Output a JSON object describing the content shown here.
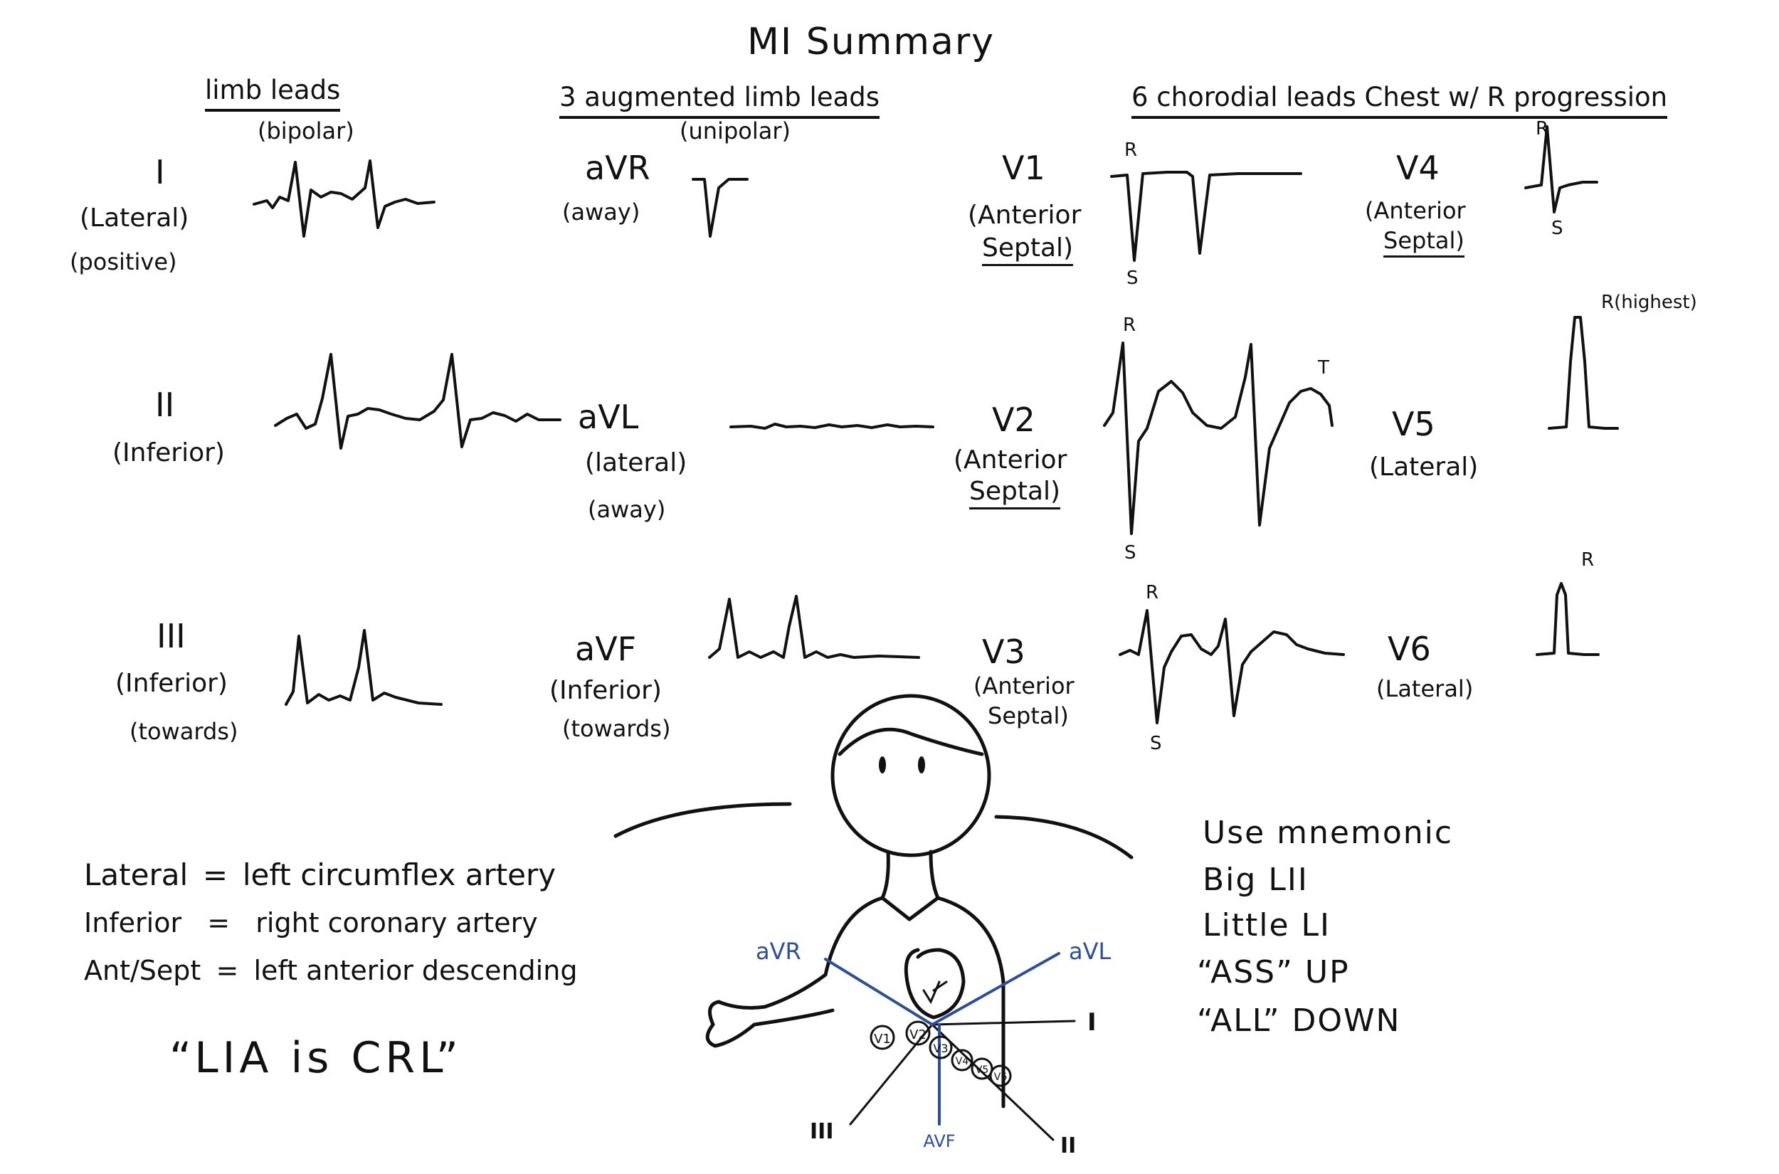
{
  "title": "MI Summary",
  "headers": {
    "limb": "limb leads",
    "limb_sub": "(bipolar)",
    "aug": "3 augmented limb leads",
    "aug_sub": "(unipolar)",
    "chest": "6 chorodial leads Chest w/ R progression"
  },
  "leads": {
    "I": {
      "name": "I",
      "region": "(Lateral)",
      "note": "(positive)"
    },
    "II": {
      "name": "II",
      "region": "(Inferior)"
    },
    "III": {
      "name": "III",
      "region": "(Inferior)",
      "note": "(towards)"
    },
    "aVR": {
      "name": "aVR",
      "region": "(away)"
    },
    "aVL": {
      "name": "aVL",
      "region": "(lateral)",
      "note": "(away)"
    },
    "aVF": {
      "name": "aVF",
      "region": "(Inferior)",
      "note": "(towards)"
    },
    "V1": {
      "name": "V1",
      "region1": "(Anterior",
      "region2": "Septal)"
    },
    "V2": {
      "name": "V2",
      "region1": "(Anterior",
      "region2": "Septal)"
    },
    "V3": {
      "name": "V3",
      "region1": "(Anterior",
      "region2": "Septal)"
    },
    "V4": {
      "name": "V4",
      "region1": "(Anterior",
      "region2": "Septal)"
    },
    "V5": {
      "name": "V5",
      "region": "(Lateral)"
    },
    "V6": {
      "name": "V6",
      "region": "(Lateral)"
    }
  },
  "wave_labels": {
    "R": "R",
    "S": "S",
    "T": "T",
    "r_highest": "R(highest)"
  },
  "arteries": [
    {
      "region": "Lateral",
      "eq": "=",
      "artery": "left circumflex artery"
    },
    {
      "region": "Inferior",
      "eq": "=",
      "artery": "right coronary artery"
    },
    {
      "region": "Ant/Sept",
      "eq": "=",
      "artery": "left anterior descending"
    }
  ],
  "slogan": "“LIA is CRL”",
  "mnemonic": [
    "Use mnemonic",
    "Big LII",
    "Little LI",
    "“ASS” UP",
    "“ALL” DOWN"
  ],
  "axis_labels": {
    "aVR": "aVR",
    "aVL": "aVL",
    "I": "I",
    "II": "II",
    "III": "III",
    "aVF": "AVF",
    "V1": "V1",
    "V2": "V2",
    "V3": "V3",
    "V4": "V4",
    "V5": "V5",
    "V6": "V6"
  },
  "colors": {
    "ink": "#111111",
    "blue_axis": "#2d4f9a"
  }
}
